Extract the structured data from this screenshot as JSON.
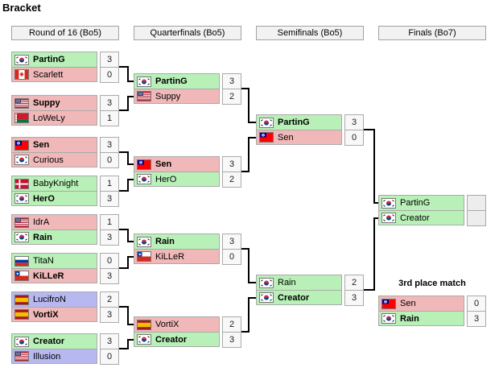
{
  "page": {
    "title": "Bracket"
  },
  "colors": {
    "protoss": "#b8f0b8",
    "zerg": "#f0b8b8",
    "terran": "#b8b8f0",
    "score_bg": "#f8f8f8",
    "score_empty_bg": "#ededed",
    "header_bg": "#f2f2f2",
    "cell_border": "#aaaaaa",
    "connector": "#000000"
  },
  "flags": {
    "kr": "South Korea",
    "ca": "Canada",
    "us": "United States",
    "by": "Belarus",
    "tw": "Taiwan",
    "dk": "Denmark",
    "ru": "Russia",
    "cl": "Chile",
    "es": "Spain"
  },
  "rounds": [
    {
      "label": "Round of 16 (Bo5)",
      "matches": [
        {
          "players": [
            {
              "name": "PartinG",
              "flag": "kr",
              "race": "protoss",
              "score": "3",
              "winner": true
            },
            {
              "name": "Scarlett",
              "flag": "ca",
              "race": "zerg",
              "score": "0",
              "winner": false
            }
          ]
        },
        {
          "players": [
            {
              "name": "Suppy",
              "flag": "us",
              "race": "zerg",
              "score": "3",
              "winner": true
            },
            {
              "name": "LoWeLy",
              "flag": "by",
              "race": "zerg",
              "score": "1",
              "winner": false
            }
          ]
        },
        {
          "players": [
            {
              "name": "Sen",
              "flag": "tw",
              "race": "zerg",
              "score": "3",
              "winner": true
            },
            {
              "name": "Curious",
              "flag": "kr",
              "race": "zerg",
              "score": "0",
              "winner": false
            }
          ]
        },
        {
          "players": [
            {
              "name": "BabyKnight",
              "flag": "dk",
              "race": "protoss",
              "score": "1",
              "winner": false
            },
            {
              "name": "HerO",
              "flag": "kr",
              "race": "protoss",
              "score": "3",
              "winner": true
            }
          ]
        },
        {
          "players": [
            {
              "name": "IdrA",
              "flag": "us",
              "race": "zerg",
              "score": "1",
              "winner": false
            },
            {
              "name": "Rain",
              "flag": "kr",
              "race": "protoss",
              "score": "3",
              "winner": true
            }
          ]
        },
        {
          "players": [
            {
              "name": "TitaN",
              "flag": "ru",
              "race": "protoss",
              "score": "0",
              "winner": false
            },
            {
              "name": "KiLLeR",
              "flag": "cl",
              "race": "zerg",
              "score": "3",
              "winner": true
            }
          ]
        },
        {
          "players": [
            {
              "name": "LucifroN",
              "flag": "es",
              "race": "terran",
              "score": "2",
              "winner": false
            },
            {
              "name": "VortiX",
              "flag": "es",
              "race": "zerg",
              "score": "3",
              "winner": true
            }
          ]
        },
        {
          "players": [
            {
              "name": "Creator",
              "flag": "kr",
              "race": "protoss",
              "score": "3",
              "winner": true
            },
            {
              "name": "Illusion",
              "flag": "us",
              "race": "terran",
              "score": "0",
              "winner": false
            }
          ]
        }
      ]
    },
    {
      "label": "Quarterfinals (Bo5)",
      "matches": [
        {
          "players": [
            {
              "name": "PartinG",
              "flag": "kr",
              "race": "protoss",
              "score": "3",
              "winner": true
            },
            {
              "name": "Suppy",
              "flag": "us",
              "race": "zerg",
              "score": "2",
              "winner": false
            }
          ]
        },
        {
          "players": [
            {
              "name": "Sen",
              "flag": "tw",
              "race": "zerg",
              "score": "3",
              "winner": true
            },
            {
              "name": "HerO",
              "flag": "kr",
              "race": "protoss",
              "score": "2",
              "winner": false
            }
          ]
        },
        {
          "players": [
            {
              "name": "Rain",
              "flag": "kr",
              "race": "protoss",
              "score": "3",
              "winner": true
            },
            {
              "name": "KiLLeR",
              "flag": "cl",
              "race": "zerg",
              "score": "0",
              "winner": false
            }
          ]
        },
        {
          "players": [
            {
              "name": "VortiX",
              "flag": "es",
              "race": "zerg",
              "score": "2",
              "winner": false
            },
            {
              "name": "Creator",
              "flag": "kr",
              "race": "protoss",
              "score": "3",
              "winner": true
            }
          ]
        }
      ]
    },
    {
      "label": "Semifinals (Bo5)",
      "matches": [
        {
          "players": [
            {
              "name": "PartinG",
              "flag": "kr",
              "race": "protoss",
              "score": "3",
              "winner": true
            },
            {
              "name": "Sen",
              "flag": "tw",
              "race": "zerg",
              "score": "0",
              "winner": false
            }
          ]
        },
        {
          "players": [
            {
              "name": "Rain",
              "flag": "kr",
              "race": "protoss",
              "score": "2",
              "winner": false
            },
            {
              "name": "Creator",
              "flag": "kr",
              "race": "protoss",
              "score": "3",
              "winner": true
            }
          ]
        }
      ]
    },
    {
      "label": "Finals (Bo7)",
      "matches": [
        {
          "players": [
            {
              "name": "PartinG",
              "flag": "kr",
              "race": "protoss",
              "score": "",
              "winner": false
            },
            {
              "name": "Creator",
              "flag": "kr",
              "race": "protoss",
              "score": "",
              "winner": false
            }
          ]
        }
      ]
    }
  ],
  "third_place": {
    "title": "3rd place match",
    "match": {
      "players": [
        {
          "name": "Sen",
          "flag": "tw",
          "race": "zerg",
          "score": "0",
          "winner": false
        },
        {
          "name": "Rain",
          "flag": "kr",
          "race": "protoss",
          "score": "3",
          "winner": true
        }
      ]
    }
  }
}
